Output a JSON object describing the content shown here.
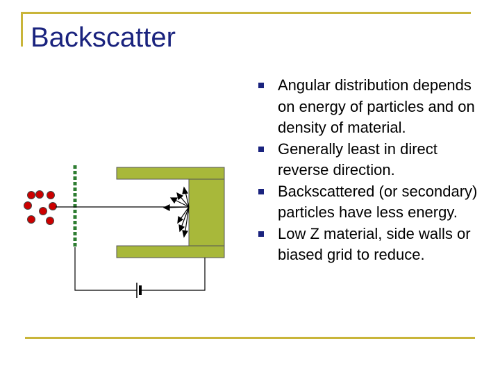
{
  "slide": {
    "title": "Backscatter",
    "accent_color": "#c9b53a",
    "title_color": "#1a237e"
  },
  "bullets": [
    {
      "text": "Angular distribution depends on energy of particles and on density of material."
    },
    {
      "text": "Generally least in direct reverse direction."
    },
    {
      "text": "Backscattered (or secondary) particles have less energy."
    },
    {
      "text": "Low Z material, side walls or biased grid to reduce."
    }
  ],
  "diagram": {
    "particle_color": "#cc0000",
    "grid_color": "#2e7d32",
    "cup_color": "#a8b83a"
  }
}
